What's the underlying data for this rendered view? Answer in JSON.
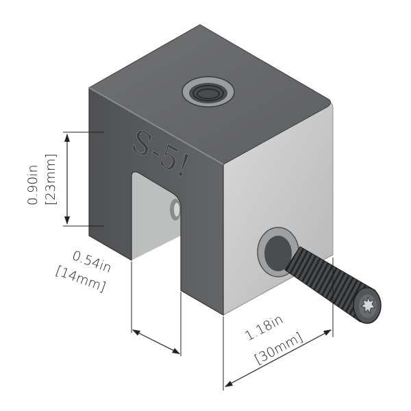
{
  "diagram": {
    "logo_text": "S-5!",
    "dimensions": {
      "height": {
        "imperial": "0.90in",
        "metric": "[23mm]"
      },
      "slot": {
        "imperial": "0.54in",
        "metric": "[14mm]"
      },
      "width": {
        "imperial": "1.18in",
        "metric": "[30mm]"
      }
    }
  },
  "colors": {
    "body_dark": "#58595b",
    "side_light": "#c9caca",
    "top_face": "#6c6d6f",
    "bolt": "#3b3c3e",
    "dimension_line": "#222222"
  }
}
